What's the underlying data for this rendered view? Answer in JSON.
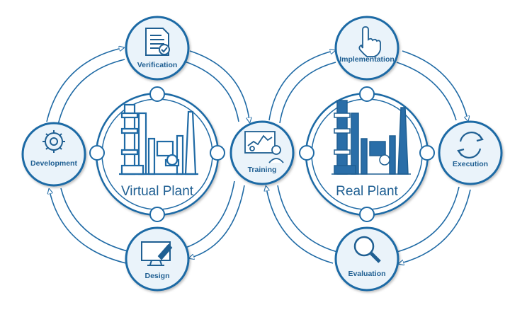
{
  "colors": {
    "primary": "#1f6aa5",
    "dark": "#1f5f92",
    "fill_light": "#eaf3fa",
    "plant_real": "#2a6ea8"
  },
  "plants": {
    "virtual": {
      "label": "Virtual Plant",
      "icon": "industrial-plant-outline-icon"
    },
    "real": {
      "label": "Real Plant",
      "icon": "industrial-plant-solid-icon"
    }
  },
  "nodes": {
    "verification": {
      "label": "Verification",
      "icon": "checklist-document-icon"
    },
    "development": {
      "label": "Development",
      "icon": "gear-icon"
    },
    "design": {
      "label": "Design",
      "icon": "monitor-pen-icon"
    },
    "training": {
      "label": "Training",
      "icon": "presentation-screen-icon"
    },
    "implementation": {
      "label": "Implementation",
      "icon": "pointing-hand-icon"
    },
    "execution": {
      "label": "Execution",
      "icon": "cycle-arrows-icon"
    },
    "evaluation": {
      "label": "Evaluation",
      "icon": "magnifier-icon"
    }
  }
}
